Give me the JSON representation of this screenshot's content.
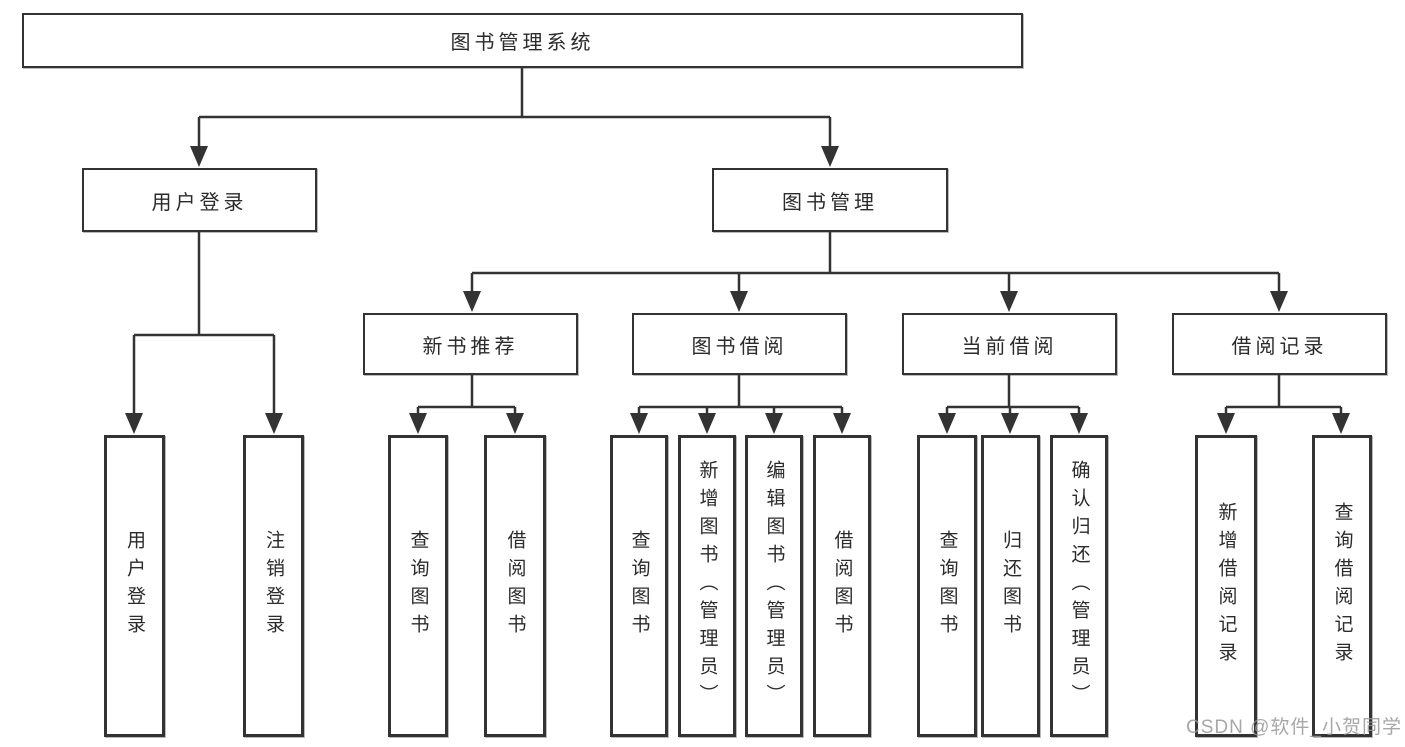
{
  "diagram": {
    "root": {
      "label": "图书管理系统"
    },
    "branches": [
      {
        "label": "用户登录",
        "children": [
          {
            "label": "用户登录"
          },
          {
            "label": "注销登录"
          }
        ]
      },
      {
        "label": "图书管理",
        "children": [
          {
            "label": "新书推荐",
            "children": [
              {
                "label": "查询图书"
              },
              {
                "label": "借阅图书"
              }
            ]
          },
          {
            "label": "图书借阅",
            "children": [
              {
                "label": "查询图书"
              },
              {
                "label": "新增图书（管理员）"
              },
              {
                "label": "编辑图书（管理员）"
              },
              {
                "label": "借阅图书"
              }
            ]
          },
          {
            "label": "当前借阅",
            "children": [
              {
                "label": "查询图书"
              },
              {
                "label": "归还图书"
              },
              {
                "label": "确认归还（管理员）"
              }
            ]
          },
          {
            "label": "借阅记录",
            "children": [
              {
                "label": "新增借阅记录"
              },
              {
                "label": "查询借阅记录"
              }
            ]
          }
        ]
      }
    ]
  },
  "watermark": "CSDN @软件_小贺同学",
  "colors": {
    "line": "#333333",
    "box_border": "#333333",
    "text": "#2b2b2b",
    "watermark": "#989898",
    "background": "#ffffff"
  }
}
